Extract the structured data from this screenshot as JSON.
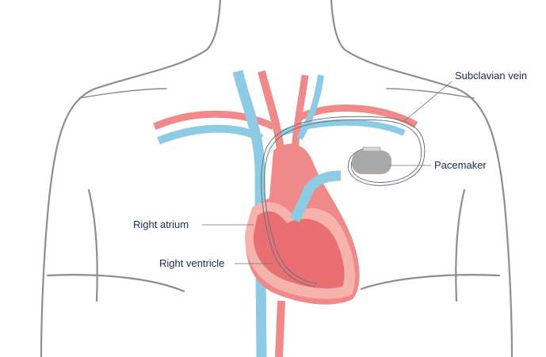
{
  "labels": {
    "subclavian_vein": "Subclavian vein",
    "pacemaker": "Pacemaker",
    "right_atrium": "Right atrium",
    "right_ventricle": "Right ventricle"
  },
  "colors": {
    "outline": "#8c8c94",
    "vein": "#8ccbe3",
    "artery": "#f08a8a",
    "heart": "#e96f72",
    "heart_light": "#f6b3ae",
    "lead": "#6b7080",
    "pacemaker": "#a8a9ab",
    "label": "#1d2a4f"
  }
}
